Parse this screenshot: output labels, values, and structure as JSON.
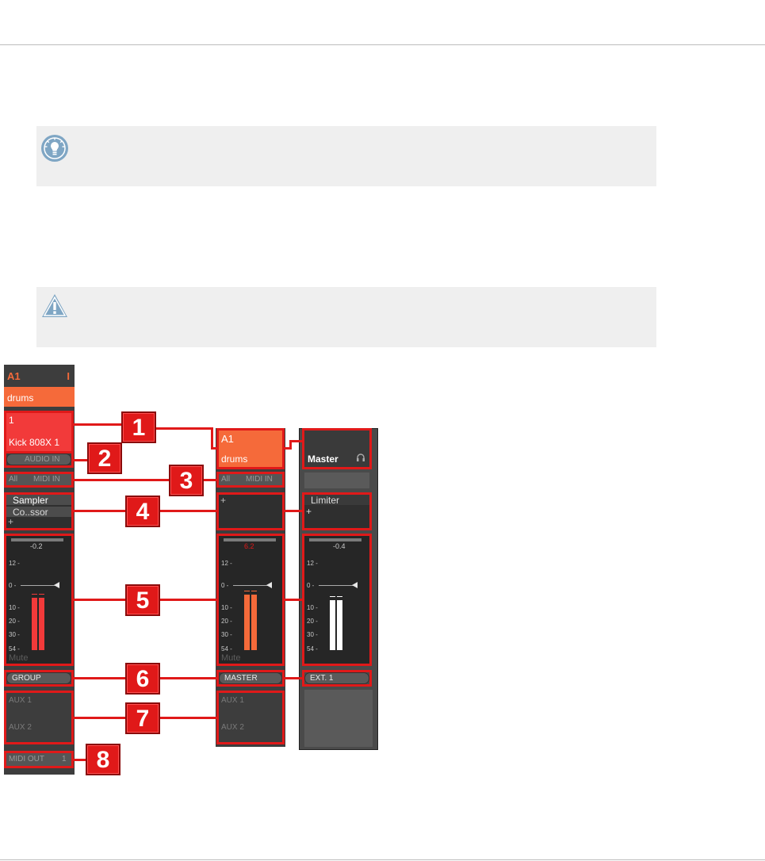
{
  "mixer": {
    "sound_channel": {
      "group_id": "A1",
      "group_marker": "I",
      "group_name": "drums",
      "slot_number": "1",
      "slot_name": "Kick 808X 1",
      "audio_in": "AUDIO IN",
      "midi_channel": "All",
      "midi_in": "MIDI IN",
      "plugins": [
        "Sampler",
        "Co..ssor"
      ],
      "plugin_add": "+",
      "level_value": "-0.2",
      "mute": "Mute",
      "output": "GROUP",
      "aux1": "AUX 1",
      "aux2": "AUX 2",
      "midi_out": "MIDI OUT",
      "midi_out_channel": "1",
      "meter_fill": 0.75,
      "meter_color": "#f23a3a"
    },
    "group_channel": {
      "group_id": "A1",
      "group_name": "drums",
      "midi_channel": "All",
      "midi_in": "MIDI IN",
      "plugin_add": "+",
      "level_value": "6.2",
      "mute": "Mute",
      "output": "MASTER",
      "aux1": "AUX 1",
      "aux2": "AUX 2",
      "meter_fill": 0.8,
      "meter_color": "#f56a3a"
    },
    "master_channel": {
      "name": "Master",
      "plugins": [
        "Limiter"
      ],
      "plugin_add": "+",
      "level_value": "-0.4",
      "output": "EXT. 1",
      "meter_fill": 0.72,
      "meter_color": "#ffffff"
    },
    "scale_ticks": [
      "12",
      "0",
      "10",
      "20",
      "30",
      "54"
    ],
    "callouts": [
      "1",
      "2",
      "3",
      "4",
      "5",
      "6",
      "7",
      "8"
    ]
  },
  "colors": {
    "highlight_red": "#e01919",
    "group_orange": "#f56a3a",
    "sound_red": "#f23a3a",
    "note_bg": "#efefef",
    "tip_icon": "#7fa6c4",
    "warning_icon": "#7fa6c4"
  },
  "icons": {
    "tip": "lightbulb-icon",
    "warning": "warning-icon",
    "headphones": "headphones-icon"
  }
}
